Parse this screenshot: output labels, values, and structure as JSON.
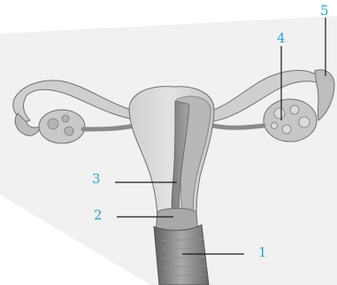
{
  "labels": [
    {
      "id": "1",
      "text": "1"
    },
    {
      "id": "2",
      "text": "2"
    },
    {
      "id": "3",
      "text": "3"
    },
    {
      "id": "4",
      "text": "4"
    },
    {
      "id": "5",
      "text": "5"
    }
  ],
  "colors": {
    "label_text": "#2aa5c9",
    "leader_line": "#1a1a1a",
    "background_wash": "#efefef",
    "tissue_light": "#d9d9d9",
    "tissue_mid": "#bdbdbd",
    "tissue_dark": "#8a8a8a",
    "outline": "#6f6f6f"
  }
}
